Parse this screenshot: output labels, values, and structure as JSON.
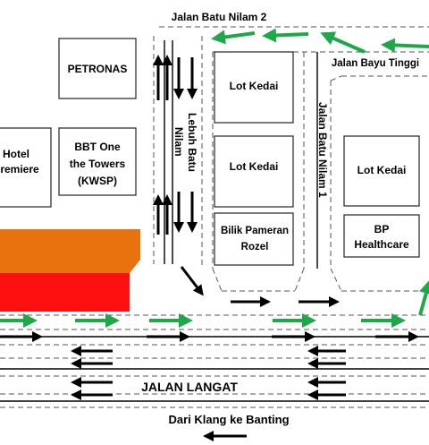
{
  "roads": {
    "top": "Jalan Batu Nilam 2",
    "bayu_tinggi": "Jalan Bayu Tinggi",
    "lebuh_batu_nilam_line1": "Lebuh Batu",
    "lebuh_batu_nilam_line2": "Nilam",
    "batu_nilam_1": "Jalan Batu Nilam 1",
    "langat": "JALAN LANGAT",
    "direction": "Dari Klang ke Banting"
  },
  "buildings": {
    "petronas": "PETRONAS",
    "hotel_line1": "Hotel",
    "hotel_line2": "Premiere",
    "bbt_line1": "BBT One",
    "bbt_line2": "the Towers",
    "bbt_line3": "(KWSP)",
    "lot_kedai_1": "Lot Kedai",
    "lot_kedai_2": "Lot Kedai",
    "lot_kedai_3": "Lot Kedai",
    "bilik_line1": "Bilik Pameran",
    "bilik_line2": "Rozel",
    "bp_line1": "BP",
    "bp_line2": "Healthcare"
  },
  "colors": {
    "green_arrow": "#1fa84a",
    "black_arrow": "#000000",
    "orange_block": "#e8730e",
    "red_block": "#ff1010",
    "dash": "#555555"
  }
}
